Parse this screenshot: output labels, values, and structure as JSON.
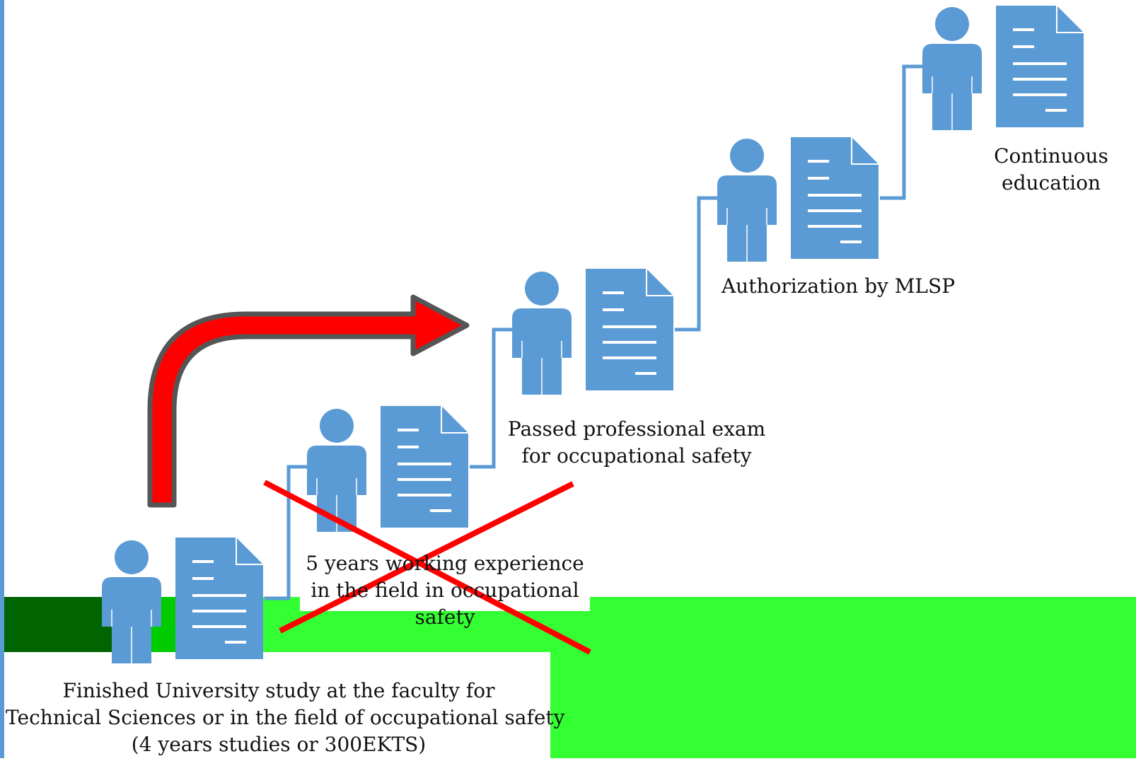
{
  "steps": [
    {
      "lines": [
        "Finished University study at the faculty for",
        "Technical Sciences or in the field of occupational safety",
        "(4 years studies or 300EKTS)"
      ]
    },
    {
      "lines": [
        "5 years working experience",
        "in the field in occupational",
        "safety"
      ]
    },
    {
      "lines": [
        "Passed professional exam",
        "for occupational safety"
      ]
    },
    {
      "lines": [
        "Authorization by MLSP"
      ]
    },
    {
      "lines": [
        "Continuous",
        "education"
      ]
    }
  ],
  "colors": {
    "icon_blue": "#5b9bd5",
    "ground_dark_green": "#006400",
    "ground_mid_green": "#00cc00",
    "ground_bright_green": "#33ff33",
    "arrow_red": "#ff0000",
    "arrow_outline": "#555555",
    "cross_red": "#ff0000"
  },
  "icons": [
    "person-icon",
    "document-icon",
    "red-curved-arrow-icon",
    "red-cross-icon"
  ]
}
